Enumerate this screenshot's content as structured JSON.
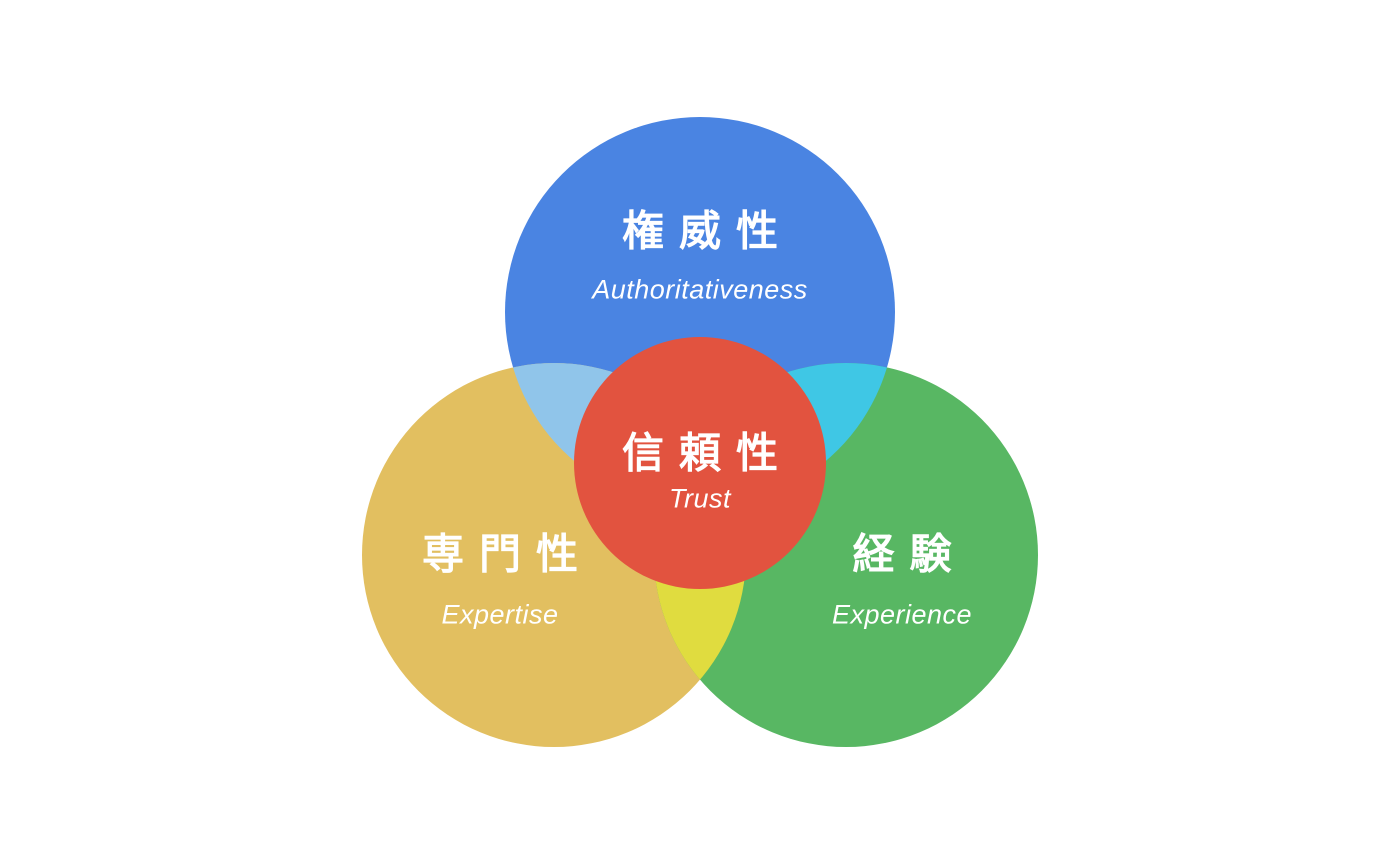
{
  "diagram": {
    "type": "venn",
    "circles": [
      {
        "id": "authoritativeness",
        "label_jp": "権威性",
        "label_en": "Authoritativeness",
        "color": "#4A84E2",
        "position": "top"
      },
      {
        "id": "expertise",
        "label_jp": "専門性",
        "label_en": "Expertise",
        "color": "#E2BF60",
        "position": "bottom-left"
      },
      {
        "id": "experience",
        "label_jp": "経験",
        "label_en": "Experience",
        "color": "#58B763",
        "position": "bottom-right"
      },
      {
        "id": "trust",
        "label_jp": "信頼性",
        "label_en": "Trust",
        "color": "#E2533F",
        "position": "center"
      }
    ],
    "overlaps": [
      {
        "between": [
          "authoritativeness",
          "expertise"
        ],
        "color": "#90C5EA"
      },
      {
        "between": [
          "authoritativeness",
          "experience"
        ],
        "color": "#3FC7E5"
      },
      {
        "between": [
          "expertise",
          "experience"
        ],
        "color": "#E0DC3F"
      }
    ]
  },
  "colors": {
    "background": "#FFFFFF",
    "text": "#FFFFFF",
    "blue": "#4A84E2",
    "yellow": "#E2BF60",
    "green": "#58B763",
    "red": "#E2533F",
    "blue_yellow_overlap": "#90C5EA",
    "blue_green_overlap": "#3FC7E5",
    "yellow_green_overlap": "#E0DC3F"
  }
}
